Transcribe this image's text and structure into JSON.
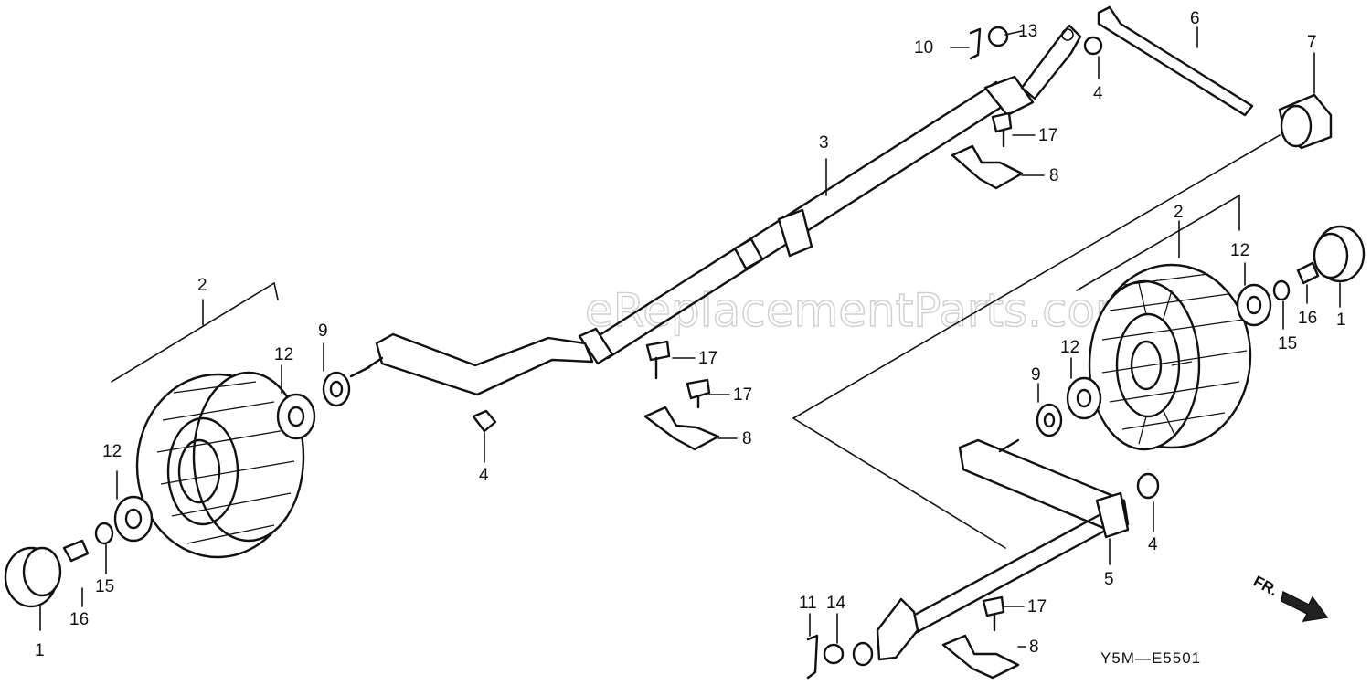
{
  "watermark": "eReplacementParts.com",
  "diagram_code": "Y5M—E5501",
  "front_indicator": "FR.",
  "callouts": {
    "c1_left": "1",
    "c1_right": "1",
    "c2_left": "2",
    "c2_right": "2",
    "c3": "3",
    "c4_a": "4",
    "c4_b": "4",
    "c4_c": "4",
    "c5": "5",
    "c6": "6",
    "c7": "7",
    "c8_a": "8",
    "c8_b": "8",
    "c8_c": "8",
    "c9_left": "9",
    "c9_right": "9",
    "c10": "10",
    "c11": "11",
    "c12_a": "12",
    "c12_b": "12",
    "c12_c": "12",
    "c12_d": "12",
    "c13": "13",
    "c14": "14",
    "c15_left": "15",
    "c15_right": "15",
    "c16_left": "16",
    "c16_right": "16",
    "c17_a": "17",
    "c17_b": "17",
    "c17_c": "17",
    "c17_d": "17"
  },
  "icons": {
    "front_arrow": "arrow-icon"
  }
}
